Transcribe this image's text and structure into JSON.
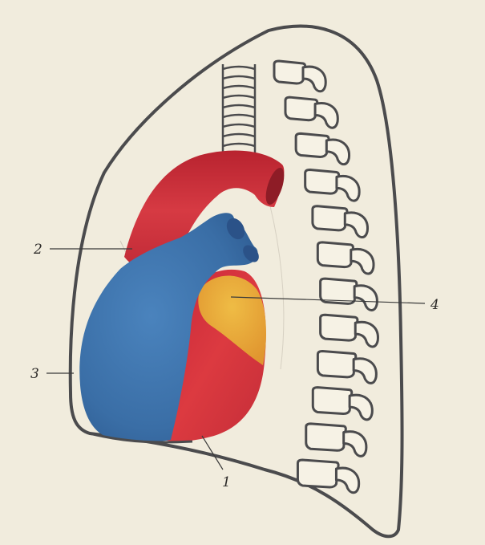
{
  "labels": {
    "one": "1",
    "two": "2",
    "three": "3",
    "four": "4"
  },
  "colors": {
    "paper": "#f1ecdd",
    "outline": "#4b4b4d",
    "aorta": "#d0323d",
    "right_heart": "#3a6ea6",
    "left_ventricle": "#d9343d",
    "left_atrium": "#e6a43a"
  },
  "vertebrae_count": 12,
  "trachea_rings": 9
}
